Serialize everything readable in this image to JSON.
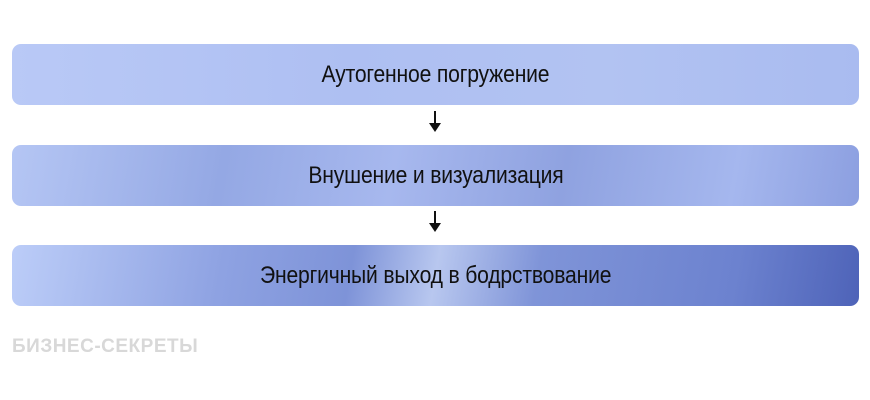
{
  "steps": [
    "Аутогенное погружение",
    "Внушение и визуализация",
    "Энергичный выход в бодрствование"
  ],
  "watermark": "БИЗНЕС-СЕКРЕТЫ"
}
